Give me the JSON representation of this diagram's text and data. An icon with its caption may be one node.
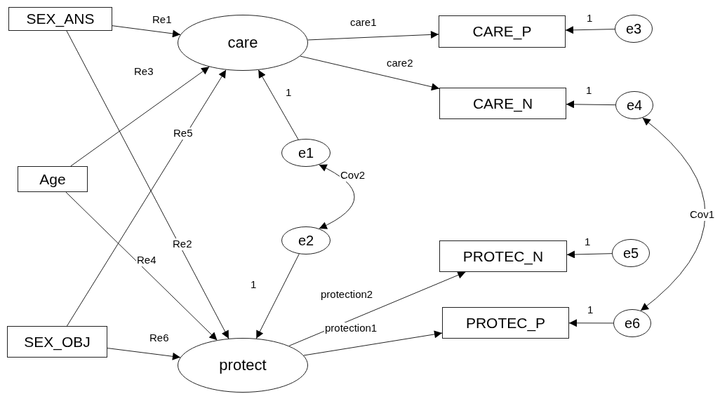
{
  "diagram": {
    "nodes": [
      {
        "text": [
          "SEX_ANS"
        ]
      },
      {
        "text": [
          "care"
        ]
      },
      {
        "text": [
          "CARE_P"
        ]
      },
      {
        "text": [
          "e3"
        ]
      },
      {
        "text": [
          "CARE_N"
        ]
      },
      {
        "text": [
          "e4"
        ]
      },
      {
        "text": [
          "Age"
        ]
      },
      {
        "text": [
          "e1"
        ]
      },
      {
        "text": [
          "e2"
        ]
      },
      {
        "text": [
          "PROTEC_N"
        ]
      },
      {
        "text": [
          "e5"
        ]
      },
      {
        "text": [
          "SEX_OBJ"
        ]
      },
      {
        "text": [
          "protect"
        ]
      },
      {
        "text": [
          "PROTEC_P"
        ]
      },
      {
        "text": [
          "e6"
        ]
      }
    ],
    "edges": [
      {
        "from": 0,
        "to": 1,
        "arrow": "to",
        "label": "Re1"
      },
      {
        "from": 0,
        "to": 12,
        "arrow": "to",
        "label": "Re2"
      },
      {
        "from": 6,
        "to": 1,
        "arrow": "to",
        "label": "Re3"
      },
      {
        "from": 6,
        "to": 12,
        "arrow": "to",
        "label": "Re4"
      },
      {
        "from": 11,
        "to": 1,
        "arrow": "to",
        "label": "Re5"
      },
      {
        "from": 11,
        "to": 12,
        "arrow": "to",
        "label": "Re6"
      },
      {
        "from": 1,
        "to": 2,
        "arrow": "to",
        "label": "care1"
      },
      {
        "from": 1,
        "to": 4,
        "arrow": "to",
        "label": "care2"
      },
      {
        "from": 3,
        "to": 2,
        "arrow": "to",
        "label": "1"
      },
      {
        "from": 5,
        "to": 4,
        "arrow": "to",
        "label": "1"
      },
      {
        "from": 7,
        "to": 1,
        "arrow": "to",
        "label": "1"
      },
      {
        "from": 7,
        "to": 8,
        "arrow": "both",
        "label": "Cov2"
      },
      {
        "from": 8,
        "to": 12,
        "arrow": "to",
        "label": "1"
      },
      {
        "from": 12,
        "to": 9,
        "arrow": "to",
        "label": "protection2"
      },
      {
        "from": 12,
        "to": 13,
        "arrow": "to",
        "label": "protection1"
      },
      {
        "from": 10,
        "to": 9,
        "arrow": "to",
        "label": "1"
      },
      {
        "from": 14,
        "to": 13,
        "arrow": "to",
        "label": "1"
      },
      {
        "from": 5,
        "to": 14,
        "arrow": "both",
        "label": "Cov1"
      }
    ]
  }
}
